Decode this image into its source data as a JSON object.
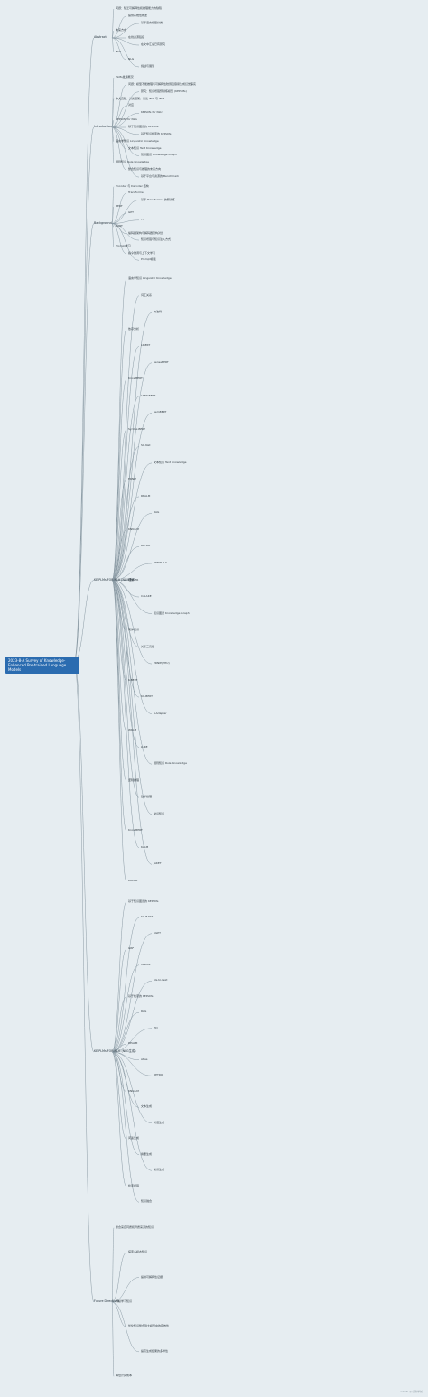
{
  "root": {
    "title": "2023-8-A Survey of Knowledge-Enhanced Pre-trained Language Models"
  },
  "branches": [
    {
      "label": "Abstract",
      "nodes": [
        "问题：缺乏可解释性和推理能力的缺陷",
        "提供系统性概述",
        "基于语言模型分类",
        "未来方向",
        "在线资源链接",
        "在文中汇总已有研究",
        "NLU",
        "NLG",
        "挑战与展望"
      ]
    },
    {
      "label": "Introduction",
      "nodes": [
        "PLMs发展概况",
        "问题：模型不能推理与可解释性较弱且容易生成幻觉事实",
        "研究：知识增强预训练模型 (KEPLMs)",
        "本文贡献：分类框架、讨论 NLU 与 NLG",
        "对应",
        "KEPLMs for NLU",
        "KEPLMs for NLG",
        "基于知识图谱的 KEPLMs",
        "基于知识检索的 KEPLMs",
        "语言学知识 Linguistic Knowledge",
        "文本知识 Text Knowledge",
        "知识图谱 Knowledge Graph",
        "规则知识 Rule Knowledge",
        "整合知识与推理的未来方向",
        "基于平台与资源的 Benchmark"
      ]
    },
    {
      "label": "Background",
      "nodes": [
        "Encoder 与 Decoder 结构",
        "Transformer",
        "基于 Transformer 的预训练",
        "BERT",
        "GPT",
        "T5",
        "BART",
        "编码器架构与解码器架构对比",
        "知识增强与知识注入方式",
        "Prompt学习",
        "指令微调与上下文学习",
        "Prompt模板"
      ]
    },
    {
      "label": "KE PLMs FOR NLU (NLU理解)",
      "nodes": [
        "语言学知识 Linguistic Knowledge",
        "词汇关系",
        "句法树",
        "依存分析",
        "LIBERT",
        "SenseBERT",
        "KnowBERT",
        "LIMIT-BERT",
        "SemBERT",
        "Syntax-BERT",
        "SG-Net",
        "文本知识 Text Knowledge",
        "ERNIE",
        "REALM",
        "RAG",
        "KNN-LM",
        "RETRO",
        "ERNIE 3.0",
        "KEPLER",
        "CoLAKE",
        "知识图谱 Knowledge Graph",
        "实体知识",
        "关系三元组",
        "ERNIE(THU)",
        "K-BERT",
        "KG-BERT",
        "K-Adapter",
        "WKLM",
        "LUKE",
        "规则知识 Rule Knowledge",
        "逻辑推理",
        "数学推理",
        "常识知识",
        "KnowBERT",
        "KALM",
        "JAKET",
        "DKPLM"
      ]
    },
    {
      "label": "KE PLMs FOR NLG (NLG生成)",
      "nodes": [
        "基于知识图谱的 KEPLMs",
        "KG-BART",
        "KGPT",
        "GRF",
        "MoKGE",
        "KG-to-text",
        "基于检索的 KEPLMs",
        "RAG",
        "FiD",
        "REALM",
        "Atlas",
        "RETRO",
        "KNN-LM",
        "文本生成",
        "对话生成",
        "问答生成",
        "摘要生成",
        "常识生成",
        "检索增强",
        "知识融合"
      ]
    },
    {
      "label": "Future Directions",
      "nodes": [
        "整合来自同质和异质来源的知识",
        "探索多模态知识",
        "提供可解释性证据",
        "持续学习知识",
        "优化知识整合到大模型中的有效性",
        "提高生成结果的多样性",
        "降低计算成本"
      ]
    }
  ],
  "watermark": "CSDN @小锋学长"
}
